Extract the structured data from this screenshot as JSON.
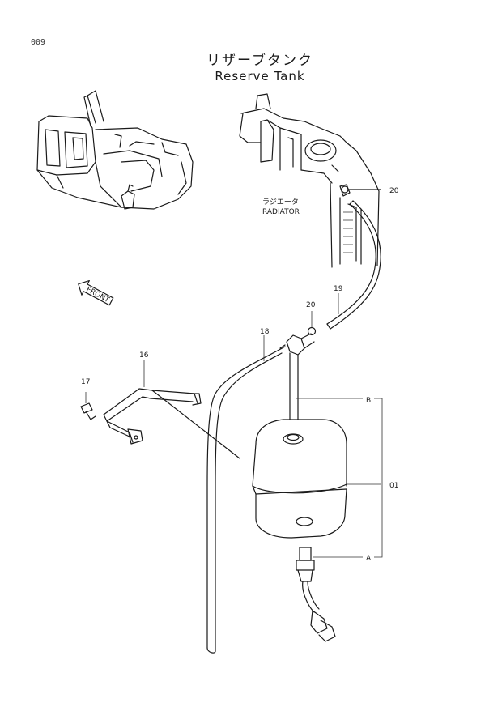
{
  "page_number": "009",
  "title_jp": "リザーブタンク",
  "title_en": "Reserve Tank",
  "radiator_label_jp": "ラジエータ",
  "radiator_label_en": "RADIATOR",
  "front_label": "FRONT",
  "callouts": {
    "p20_top": "20",
    "p19": "19",
    "p20_mid": "20",
    "p18": "18",
    "p16": "16",
    "p17": "17",
    "p01": "01",
    "ref_b": "B",
    "ref_a": "A"
  }
}
